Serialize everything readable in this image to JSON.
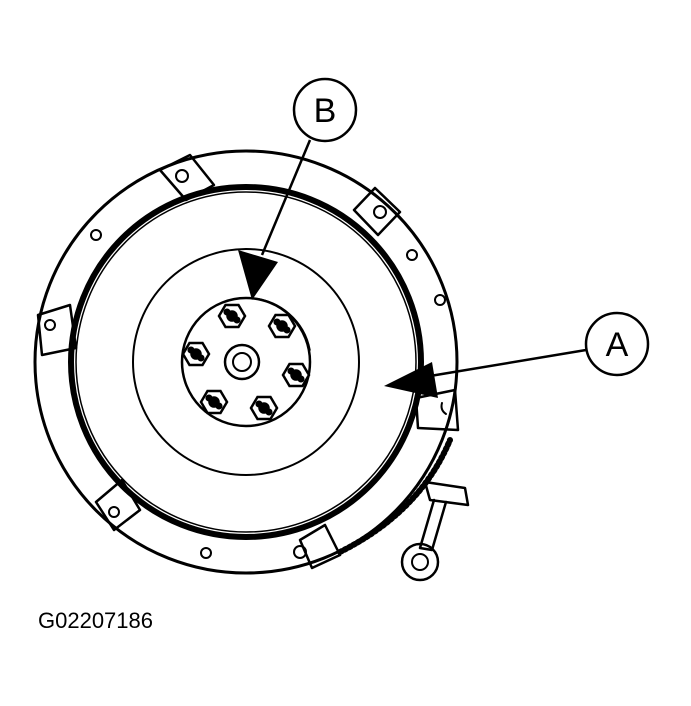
{
  "callouts": {
    "a": "A",
    "b": "B"
  },
  "figure_id": "G02207186",
  "colors": {
    "ink": "#000000",
    "paper": "#ffffff"
  },
  "icons": {
    "flywheel": "flywheel-assembly-icon",
    "bolt": "hex-bolt-icon",
    "starter_pinion": "starter-pinion-icon"
  }
}
